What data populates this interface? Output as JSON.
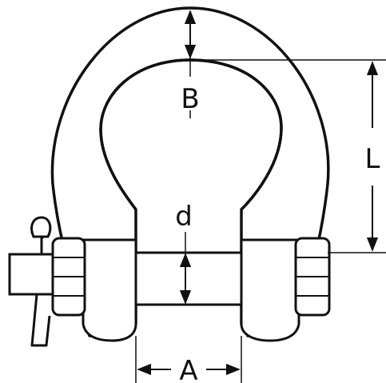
{
  "diagram": {
    "labels": {
      "B": "B",
      "L": "L",
      "d": "d",
      "A": "A"
    },
    "colors": {
      "stroke": "#111111",
      "fill": "#ffffff",
      "shade": "#e6e6e6"
    }
  }
}
